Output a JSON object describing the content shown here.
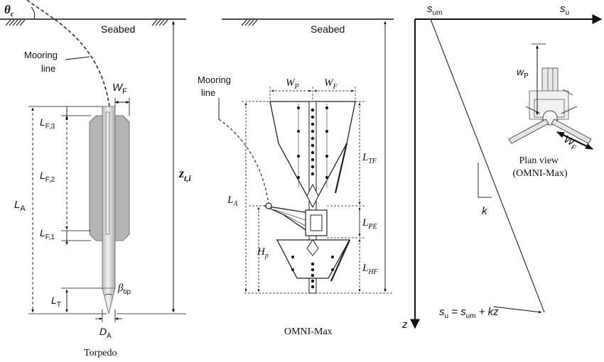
{
  "seabed_left": "Seabed",
  "seabed_mid": "Seabed",
  "mooring_left": [
    "Mooring",
    "line"
  ],
  "mooring_mid": [
    "Mooring",
    "line"
  ],
  "theta": {
    "main": "θ",
    "sub": "c"
  },
  "torpedo": {
    "caption": "Torpedo",
    "wf": {
      "main": "W",
      "sub": "F"
    },
    "lf3": {
      "main": "L",
      "sub": "F,3"
    },
    "lf2": {
      "main": "L",
      "sub": "F,2"
    },
    "lf1": {
      "main": "L",
      "sub": "F,1"
    },
    "la": {
      "main": "L",
      "sub": "A"
    },
    "lt": {
      "main": "L",
      "sub": "T"
    },
    "da": {
      "main": "D",
      "sub": "A"
    },
    "beta": {
      "main": "β",
      "sub": "tip"
    }
  },
  "zti": {
    "main": "z",
    "sub": "t,i"
  },
  "omni": {
    "caption": "OMNI-Max",
    "wp": {
      "main": "W",
      "sub": "P"
    },
    "wf": {
      "main": "W",
      "sub": "F"
    },
    "ltf": {
      "main": "L",
      "sub": "TF"
    },
    "lpe": {
      "main": "L",
      "sub": "PE"
    },
    "lhf": {
      "main": "L",
      "sub": "HF"
    },
    "la": {
      "main": "L",
      "sub": "A"
    },
    "hp": {
      "main": "H",
      "sub": "p"
    }
  },
  "profile": {
    "sum": {
      "main": "s",
      "sub": "um"
    },
    "su": {
      "main": "s",
      "sub": "u"
    },
    "z": "z",
    "k": "k",
    "eq": {
      "s": "s",
      "sub": "u",
      "rest": " = s",
      "sub2": "um",
      "tail": " + kz"
    }
  },
  "plan": {
    "title": [
      "Plan view",
      "(OMNI-Max)"
    ],
    "wp": {
      "main": "w",
      "sub": "P"
    },
    "wf": {
      "main": "W",
      "sub": "F"
    }
  },
  "colors": {
    "ink": "#111111",
    "fin": "#b4b4b4",
    "shaft": "#d8d8d8"
  }
}
